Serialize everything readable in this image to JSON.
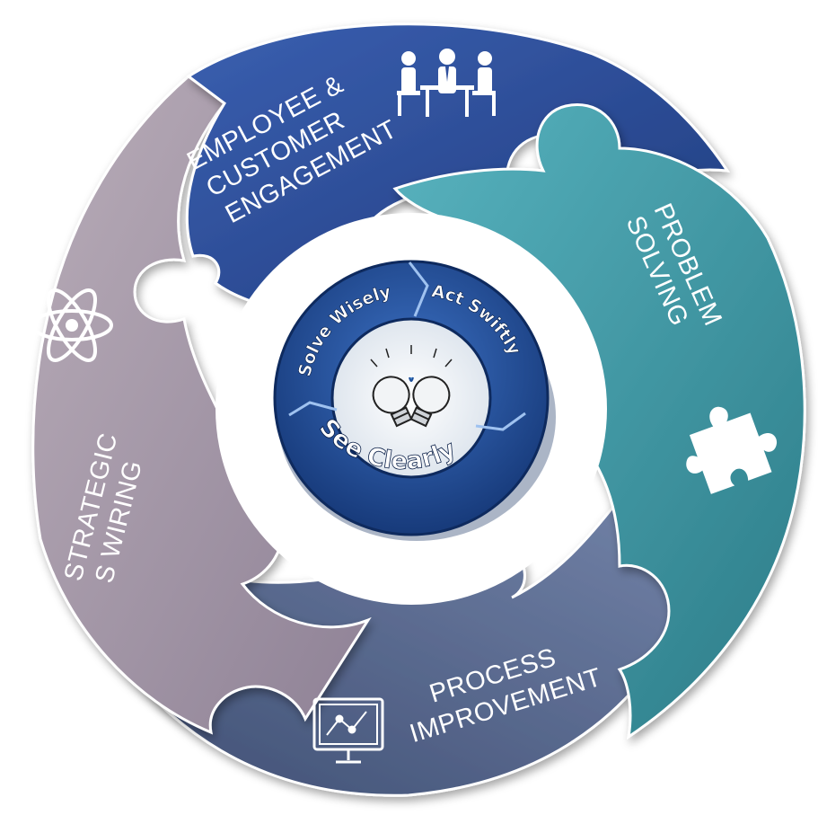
{
  "segments": {
    "engagement": {
      "lines": [
        "EMPLOYEE &",
        "CUSTOMER",
        "ENGAGEMENT"
      ],
      "icon": "meeting-people-icon",
      "color": "#2e4f9c"
    },
    "problem": {
      "lines": [
        "PROBLEM",
        "SOLVING"
      ],
      "icon": "puzzle-piece-icon",
      "color": "#3f97a3"
    },
    "process": {
      "lines": [
        "PROCESS",
        "IMPROVEMENT"
      ],
      "icon": "monitor-chart-icon",
      "color": "#5b6d93"
    },
    "strategic": {
      "lines": [
        "STRATEGIC",
        "S WIRING"
      ],
      "icon": "atom-icon",
      "color": "#a89aa8"
    }
  },
  "hub": {
    "solve": "Solve Wisely",
    "act": "Act Swiftly",
    "see": "See Clearly",
    "icon": "lightbulbs-icon",
    "color": "#2b57a5"
  }
}
